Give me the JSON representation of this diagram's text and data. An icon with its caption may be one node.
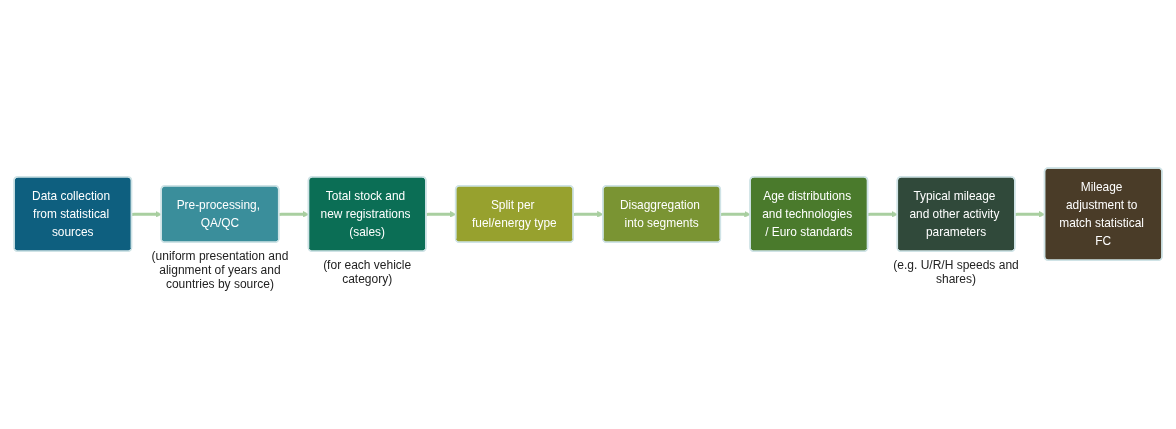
{
  "diagram": {
    "nodes": [
      {
        "text": [
          "Data collection from statistical sources"
        ]
      },
      {
        "text": [
          "Pre-processing, QA/QC"
        ],
        "beside": [
          "(uniform presentation and alignment of years and countries by source)"
        ]
      },
      {
        "text": [
          "Total stock and new registrations (sales)"
        ],
        "beside": [
          "(for each vehicle category)"
        ]
      },
      {
        "text": [
          "Split per fuel/energy type"
        ]
      },
      {
        "text": [
          "Disaggregation into segments"
        ]
      },
      {
        "text": [
          "Age distributions and technologies / Euro standards"
        ]
      },
      {
        "text": [
          "Typical mileage and other activity parameters"
        ],
        "beside": [
          "(e.g. U/R/H speeds and shares)"
        ]
      },
      {
        "text": [
          "Mileage adjustment to match statistical FC"
        ]
      }
    ],
    "edges": [
      {
        "from": 0,
        "to": 1,
        "arrow": "to"
      },
      {
        "from": 1,
        "to": 2,
        "arrow": "to"
      },
      {
        "from": 2,
        "to": 3,
        "arrow": "to"
      },
      {
        "from": 3,
        "to": 4,
        "arrow": "to"
      },
      {
        "from": 4,
        "to": 5,
        "arrow": "to"
      },
      {
        "from": 5,
        "to": 6,
        "arrow": "to"
      },
      {
        "from": 6,
        "to": 7,
        "arrow": "to"
      }
    ]
  }
}
